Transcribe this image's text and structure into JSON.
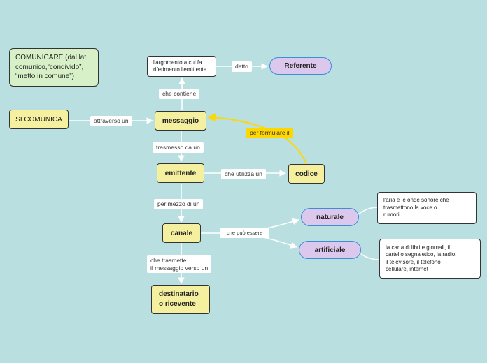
{
  "colors": {
    "background": "#b9dfe0",
    "yellow_node": "#f5f0a0",
    "purple_node": "#dcc8ec",
    "green_node": "#d7f0c8",
    "highlight": "#ffd700",
    "connector": "#ffffff"
  },
  "nodes": {
    "title_note": "COMUNICARE (dal lat.\ncomunico,“condivido”,\n“metto in comune”)",
    "si_comunica": "SI COMUNICA",
    "messaggio": "messaggio",
    "argomento": "l'argomento a cui fa\nriferimento l'emittente",
    "referente": "Referente",
    "emittente": "emittente",
    "codice": "codice",
    "canale": "canale",
    "naturale": "naturale",
    "artificiale": "artificiale",
    "naturale_desc": "l'aria e le onde sonore che\ntrasmettono la voce o i\nrumori",
    "artificiale_desc": "la carta di libri e giornali, il\ncartello segnaletico, la radio,\nil televisore, il telefono\ncellulare, internet",
    "destinatario": "destinatario\no ricevente"
  },
  "labels": {
    "attraverso_un": "attraverso un",
    "che_contiene": "che contiene",
    "detto": "detto",
    "trasmesso_da_un": "trasmesso da un",
    "che_utilizza_un": "che utilizza un",
    "per_formulare_il": "per formulare il",
    "per_mezzo_di_un": "per mezzo di un",
    "che_puo_essere": "che può essere",
    "che_trasmette": "che trasmette\nil messaggio verso un"
  }
}
